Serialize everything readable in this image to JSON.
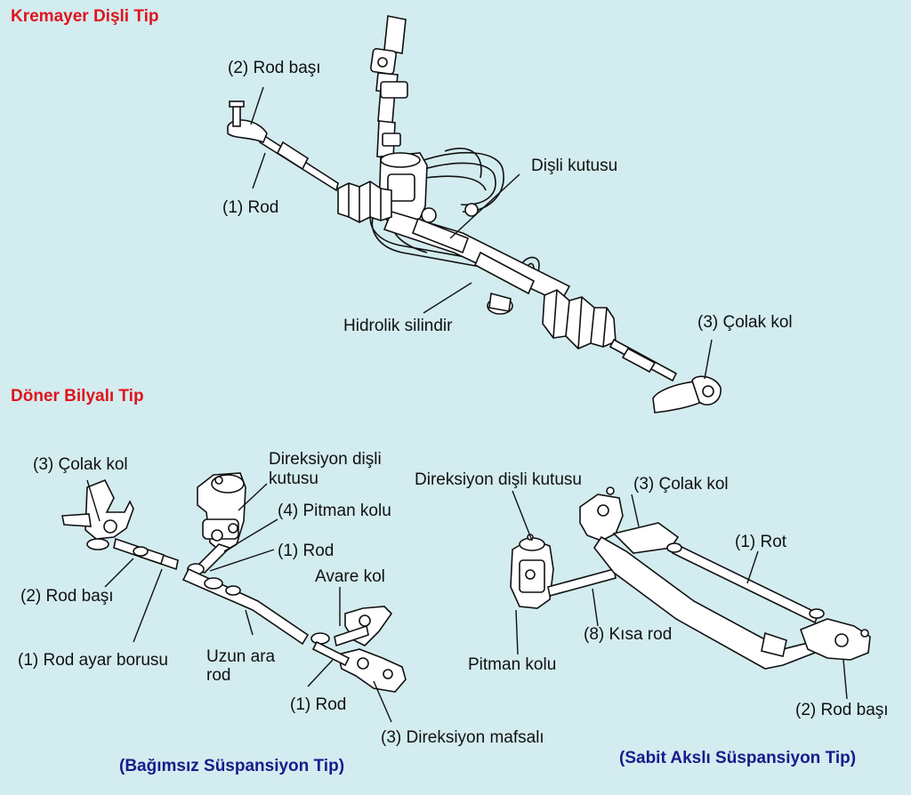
{
  "sections": {
    "rack": {
      "title": "Kremayer Dişli Tip"
    },
    "ball": {
      "title": "Döner Bilyalı Tip"
    }
  },
  "captions": {
    "independent": "(Bağımsız Süspansiyon Tip)",
    "rigid": "(Sabit Akslı Süspansiyon Tip)"
  },
  "rack_labels": {
    "tie_rod_end": "(2) Rod başı",
    "rod": "(1) Rod",
    "gear_box": "Dişli kutusu",
    "hydraulic_cylinder": "Hidrolik silindir",
    "knuckle_arm": "(3) Çolak kol"
  },
  "independent_labels": {
    "knuckle_arm": "(3) Çolak kol",
    "gear_box_line1": "Direksiyon dişli",
    "gear_box_line2": "kutusu",
    "pitman_arm": "(4) Pitman kolu",
    "rod_upper": "(1) Rod",
    "idler_arm": "Avare kol",
    "tie_rod_end": "(2) Rod başı",
    "rod_adjust_tube": "(1) Rod ayar borusu",
    "center_link_line1": "Uzun ara",
    "center_link_line2": "rod",
    "rod_lower": "(1) Rod",
    "steering_knuckle": "(3) Direksiyon mafsalı"
  },
  "rigid_labels": {
    "gear_box": "Direksiyon dişli kutusu",
    "knuckle_arm": "(3) Çolak kol",
    "rod": "(1) Rot",
    "drag_link": "(8) Kısa rod",
    "pitman_arm": "Pitman kolu",
    "tie_rod_end": "(2) Rod başı"
  },
  "colors": {
    "background": "#d3ecef",
    "section_title": "#e0141c",
    "caption": "#1a1a8c",
    "text": "#111111"
  }
}
